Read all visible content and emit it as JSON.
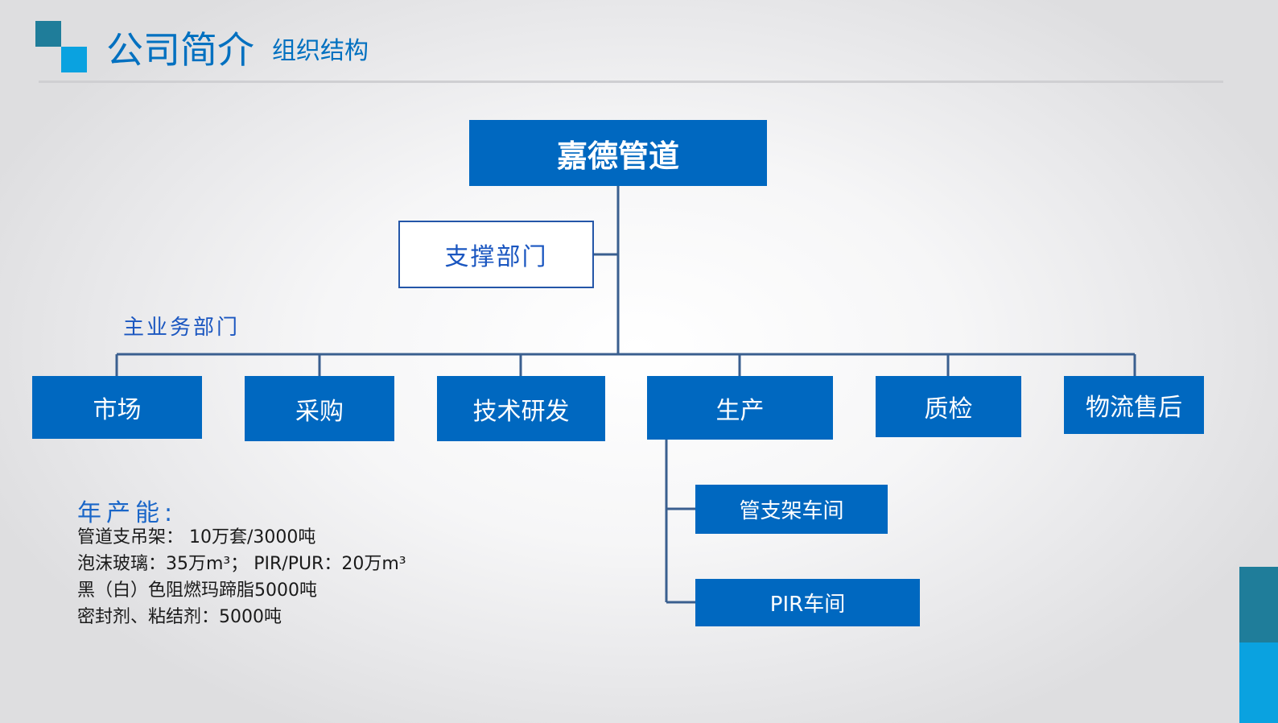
{
  "header": {
    "title": "公司简介",
    "subtitle": "组织结构"
  },
  "org_chart": {
    "root": "嘉德管道",
    "support_dept": "支撑部门",
    "main_business_label": "主业务部门",
    "departments": [
      "市场",
      "采购",
      "技术研发",
      "生产",
      "质检",
      "物流售后"
    ],
    "production_subunits": [
      "管支架车间",
      "PIR车间"
    ]
  },
  "capacity": {
    "title": "年产能:",
    "lines": [
      "管道支吊架： 10万套/3000吨",
      "泡沫玻璃：35万m³；  PIR/PUR：20万m³",
      "黑（白）色阻燃玛蹄脂5000吨",
      "密封剂、粘结剂：5000吨"
    ]
  },
  "colors": {
    "accent": "#0070c0",
    "box_fill": "#0068c0",
    "connector": "#3a5f8f",
    "logo_dark": "#1f7d9a",
    "logo_light": "#0aa2e0"
  },
  "icons": {
    "logo": "stacked-squares-logo"
  }
}
